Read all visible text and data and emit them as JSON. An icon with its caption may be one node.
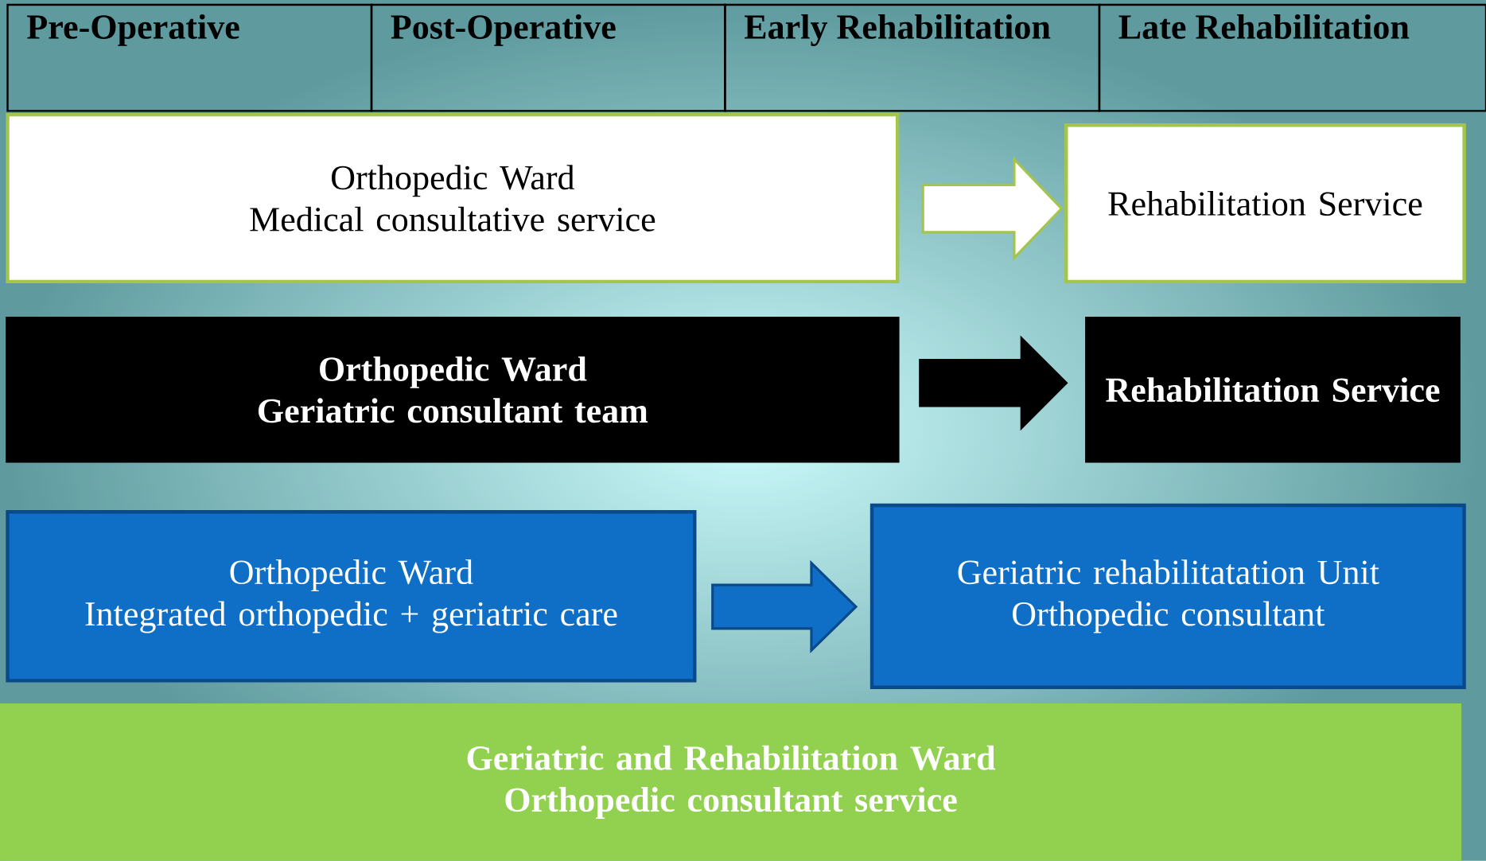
{
  "diagram": {
    "nodes": [
      {
        "text": [
          "Pre-Operative"
        ]
      },
      {
        "text": [
          "Post-Operative"
        ]
      },
      {
        "text": [
          "Early Rehabilitation"
        ]
      },
      {
        "text": [
          "Late Rehabilitation"
        ]
      },
      {
        "text": [
          "Orthopedic Ward",
          "Medical consultative service"
        ]
      },
      {
        "text": [
          "Rehabilitation Service"
        ]
      },
      {
        "text": [
          "Orthopedic Ward",
          "Geriatric consultant team"
        ]
      },
      {
        "text": [
          "Rehabilitation Service"
        ]
      },
      {
        "text": [
          "Orthopedic Ward",
          "Integrated orthopedic + geriatric care"
        ]
      },
      {
        "text": [
          "Geriatric rehabilitatation Unit",
          "Orthopedic consultant"
        ]
      },
      {
        "text": [
          "Geriatric and Rehabilitation Ward",
          "Orthopedic consultant service"
        ]
      }
    ],
    "edges": [
      {
        "from": 4,
        "to": 5,
        "arrow": "to",
        "color": "#ffffff"
      },
      {
        "from": 6,
        "to": 7,
        "arrow": "to",
        "color": "#000000"
      },
      {
        "from": 8,
        "to": 9,
        "arrow": "to",
        "color": "#0f6fc6"
      }
    ]
  }
}
